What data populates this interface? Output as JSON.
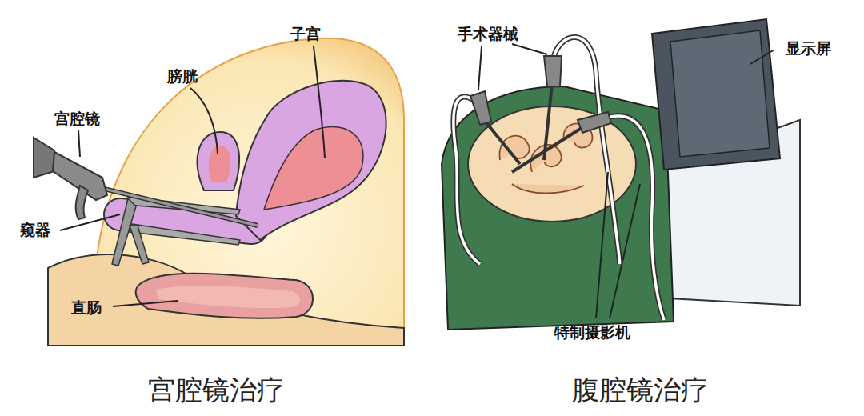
{
  "diagram": {
    "labels": [
      "宫腔镜",
      "膀胱",
      "子宫",
      "窥器",
      "直肠",
      "宫腔镜治疗",
      "手术器械",
      "显示屏",
      "特制摄影机",
      "腹腔镜治疗"
    ]
  }
}
